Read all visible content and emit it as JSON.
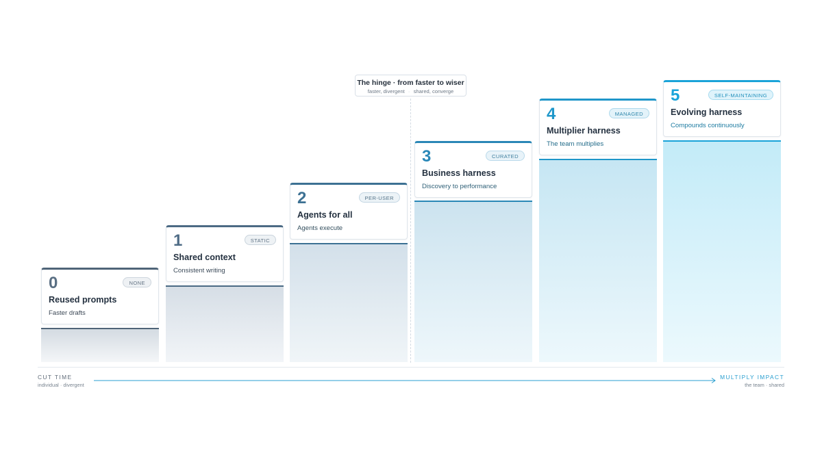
{
  "hinge": {
    "title": "The hinge · from faster to wiser",
    "left_note": "faster, divergent",
    "separator": "·",
    "right_note": "shared, converge"
  },
  "steps": [
    {
      "number": "0",
      "badge": "NONE",
      "title": "Reused prompts",
      "subtitle": "Faster drafts",
      "colors": {
        "accent": "#4f6478",
        "number": "#5a6f83",
        "badge_bg": "#eef1f4",
        "badge_border": "#cdd5dd",
        "badge_text": "#667585",
        "subtitle": "#3c4856",
        "col_top": "#d4dbe2",
        "col_bottom": "#f4f6f8"
      }
    },
    {
      "number": "1",
      "badge": "STATIC",
      "title": "Shared context",
      "subtitle": "Consistent writing",
      "colors": {
        "accent": "#4b6a84",
        "number": "#4f6c86",
        "badge_bg": "#eef2f5",
        "badge_border": "#c9d3dc",
        "badge_text": "#5f7284",
        "subtitle": "#3a4958",
        "col_top": "#d6dee6",
        "col_bottom": "#f2f5f8"
      }
    },
    {
      "number": "2",
      "badge": "PER-USER",
      "title": "Agents for all",
      "subtitle": "Agents execute",
      "colors": {
        "accent": "#3c7193",
        "number": "#3d7193",
        "badge_bg": "#ecf3f7",
        "badge_border": "#c3d6e2",
        "badge_text": "#557489",
        "subtitle": "#35505f",
        "col_top": "#d3e0ea",
        "col_bottom": "#f0f5f8"
      }
    },
    {
      "number": "3",
      "badge": "CURATED",
      "title": "Business harness",
      "subtitle": "Discovery to performance",
      "colors": {
        "accent": "#2a87b6",
        "number": "#2a88b8",
        "badge_bg": "#e8f3f9",
        "badge_border": "#b9d9ea",
        "badge_text": "#3f7f9e",
        "subtitle": "#2f6077",
        "col_top": "#cce3ef",
        "col_bottom": "#eef7fb"
      }
    },
    {
      "number": "4",
      "badge": "MANAGED",
      "title": "Multiplier harness",
      "subtitle": "The team multiplies",
      "colors": {
        "accent": "#1f96c9",
        "number": "#1f97ca",
        "badge_bg": "#e3f3fa",
        "badge_border": "#aed9ec",
        "badge_text": "#2f87ab",
        "subtitle": "#236c8a",
        "col_top": "#c6e6f3",
        "col_bottom": "#edf8fc"
      }
    },
    {
      "number": "5",
      "badge": "SELF-MAINTAINING",
      "title": "Evolving harness",
      "subtitle": "Compounds continuously",
      "colors": {
        "accent": "#1aa3d8",
        "number": "#19a4da",
        "badge_bg": "#dff3fb",
        "badge_border": "#a6dbef",
        "badge_text": "#2391bc",
        "subtitle": "#1b7aa0",
        "col_top": "#c3ebf8",
        "col_bottom": "#ecf9fd"
      }
    }
  ],
  "axis": {
    "left_title": "CUT TIME",
    "left_sub": "individual · divergent",
    "right_title": "MULTIPLY IMPACT",
    "right_sub": "the team · shared",
    "arrow_color": "#2a9fd0"
  }
}
